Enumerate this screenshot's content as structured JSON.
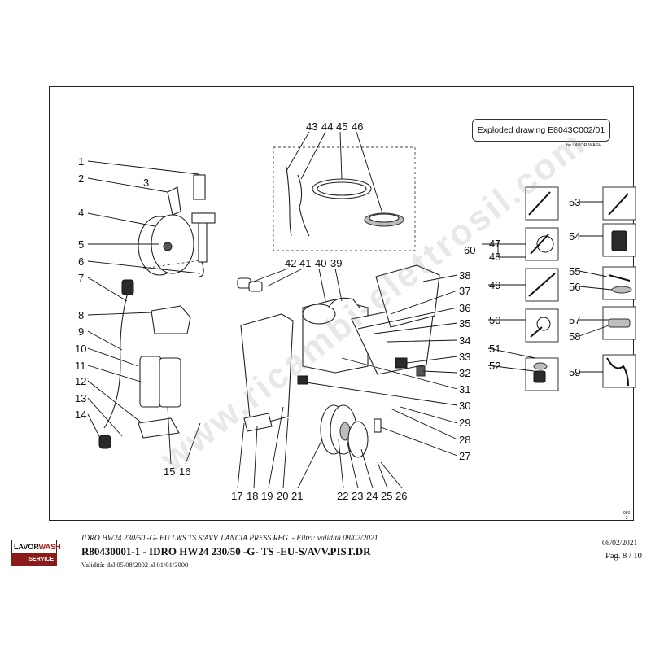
{
  "drawing": {
    "title": "Exploded drawing E8043C002/01",
    "by_label": "by LAVOR WASH",
    "corner_code_1": "050",
    "corner_code_2": "2",
    "watermark": "www.ricambi-elettrosil.com",
    "callouts": [
      "1",
      "2",
      "3",
      "4",
      "5",
      "6",
      "7",
      "8",
      "9",
      "10",
      "11",
      "12",
      "13",
      "14",
      "15",
      "16",
      "17",
      "18",
      "19",
      "20",
      "21",
      "22",
      "23",
      "24",
      "25",
      "26",
      "27",
      "28",
      "29",
      "30",
      "31",
      "32",
      "33",
      "34",
      "35",
      "36",
      "37",
      "38",
      "39",
      "40",
      "41",
      "42",
      "43",
      "44",
      "45",
      "46",
      "47",
      "48",
      "49",
      "50",
      "51",
      "52",
      "53",
      "54",
      "55",
      "56",
      "57",
      "58",
      "59",
      "60"
    ]
  },
  "footer": {
    "logo_top_a": "LAVOR",
    "logo_top_b": "WASH",
    "logo_bottom": "SERVICE",
    "line1": "IDRO HW24 230/50 -G- EU LWS TS S/AVV. LANCIA PRESS.REG. - Filtri: validità 08/02/2021",
    "line2": "R80430001-1 - IDRO HW24 230/50 -G- TS -EU-S/AVV.PIST.DR",
    "line3": "Validità: dal 05/08/2002 al 01/01/3000",
    "date": "08/02/2021",
    "page": "Pag. 8 / 10"
  }
}
